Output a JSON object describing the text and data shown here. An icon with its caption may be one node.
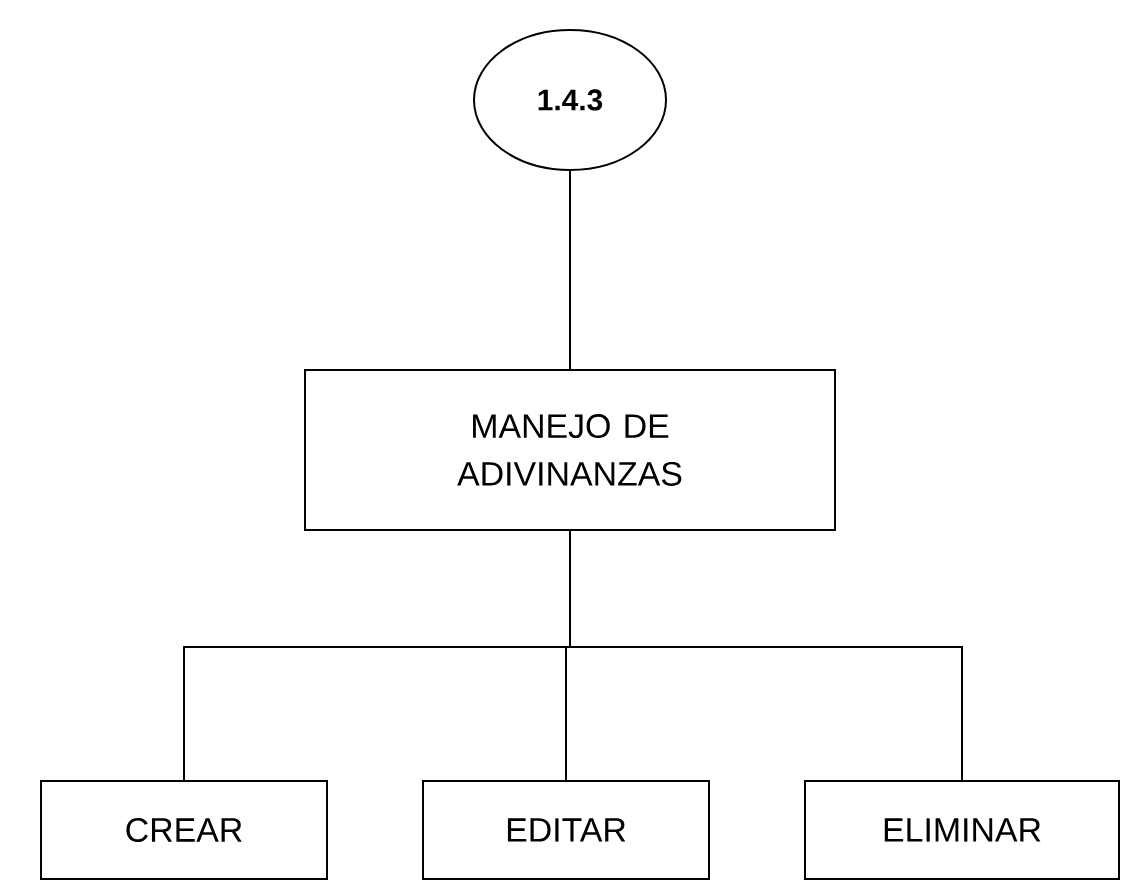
{
  "diagram": {
    "nodes": [
      {
        "text": [
          "1.4.3"
        ]
      },
      {
        "text": [
          "MANEJO DE ADIVINANZAS"
        ]
      },
      {
        "text": [
          "CREAR"
        ]
      },
      {
        "text": [
          "EDITAR"
        ]
      },
      {
        "text": [
          "ELIMINAR"
        ]
      }
    ],
    "edges": [
      {
        "from": 0,
        "to": 1,
        "arrow": "none"
      },
      {
        "from": 1,
        "to": 2,
        "arrow": "none"
      },
      {
        "from": 1,
        "to": 3,
        "arrow": "none"
      },
      {
        "from": 1,
        "to": 4,
        "arrow": "none"
      }
    ]
  }
}
